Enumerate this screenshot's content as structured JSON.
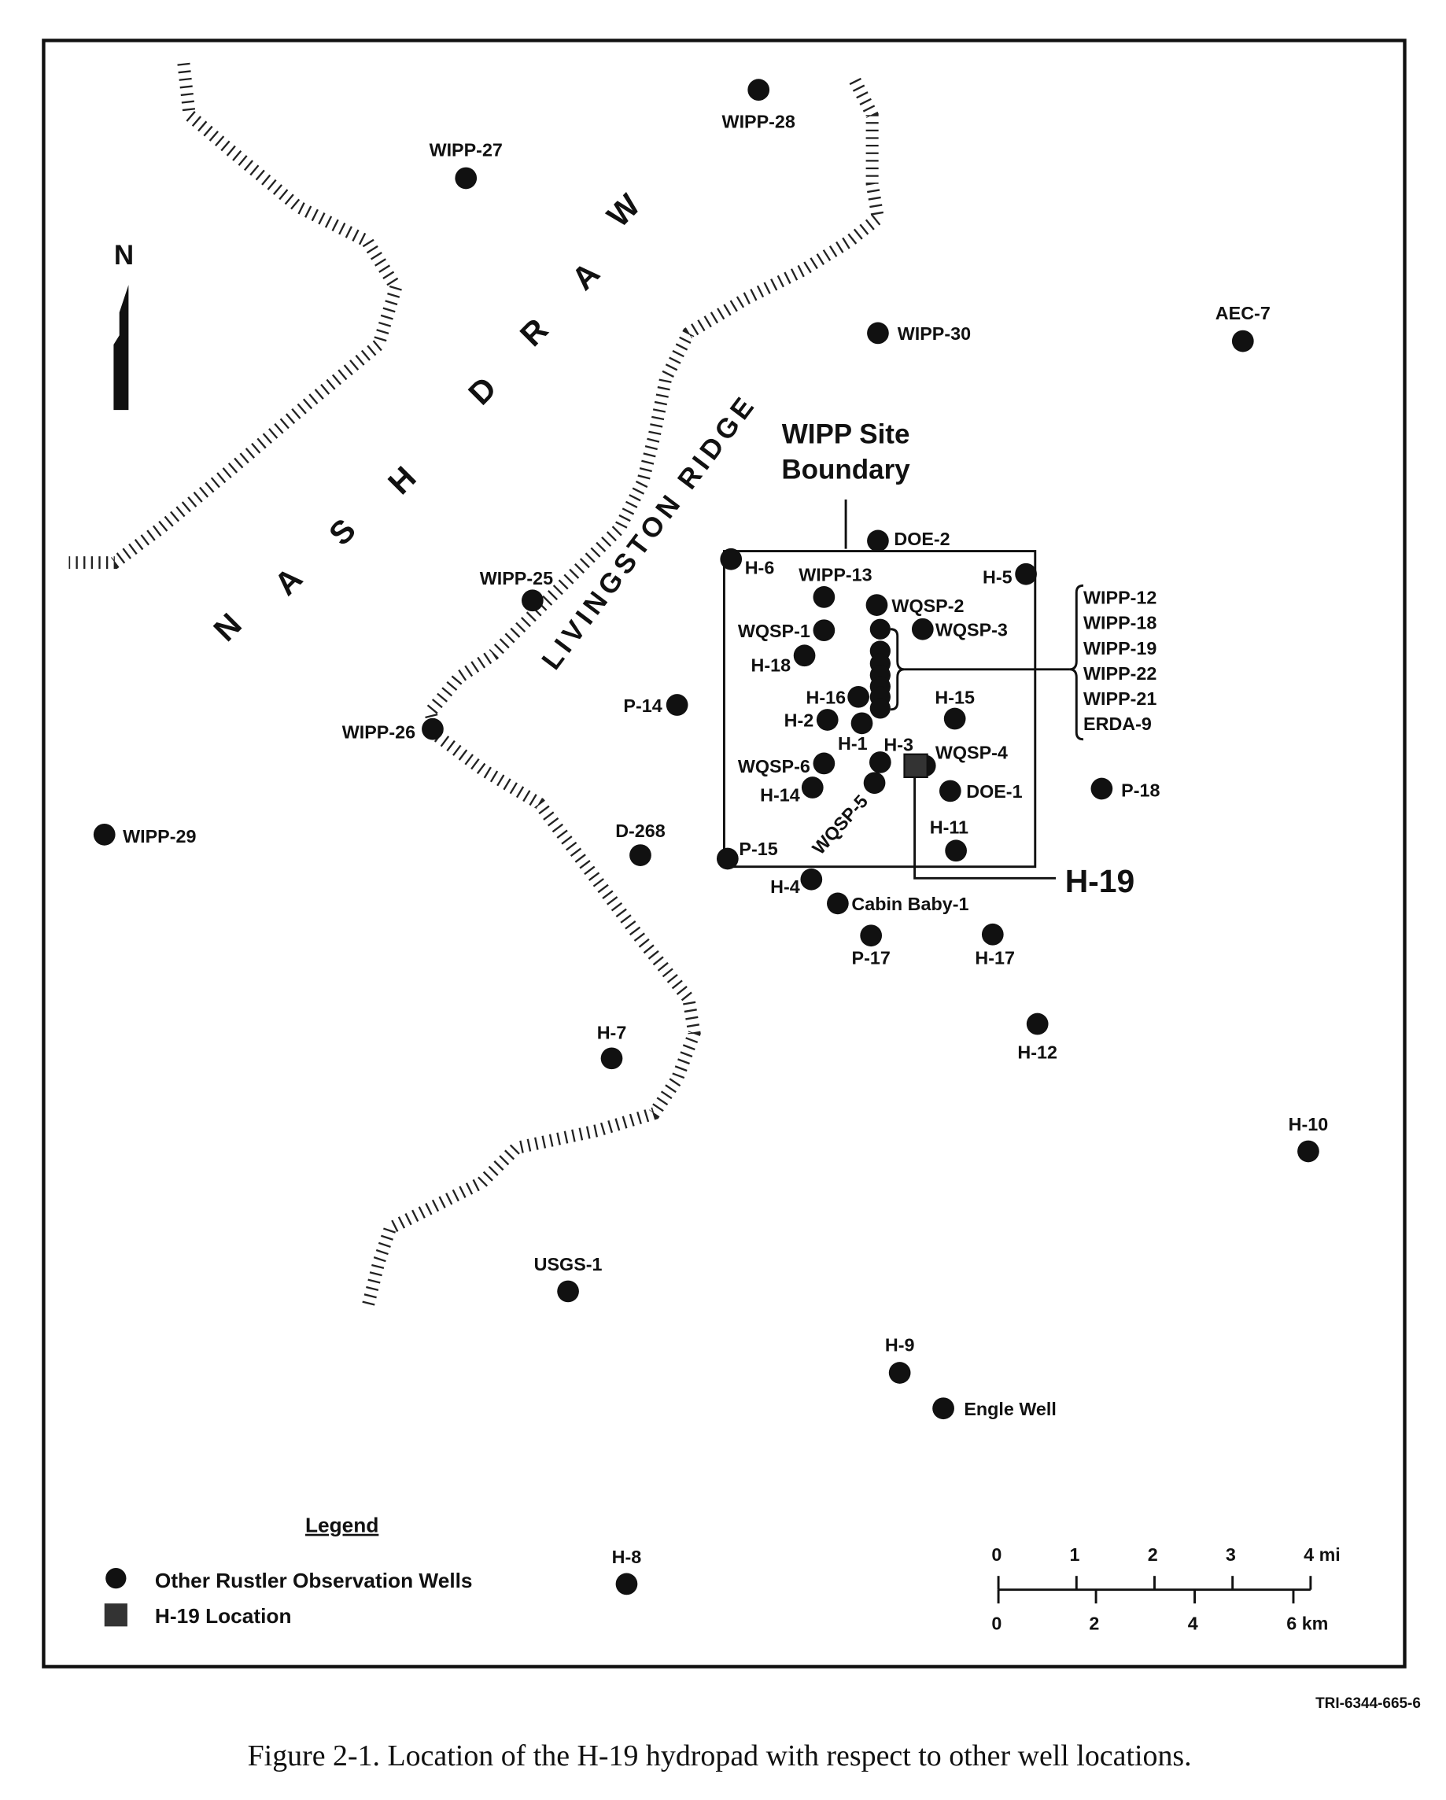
{
  "map": {
    "north_label": "N",
    "region_labels": {
      "nash_draw_letters": [
        "N",
        "A",
        "S",
        "H",
        "D",
        "R",
        "A",
        "W"
      ],
      "livingston_ridge": "LIVINGSTON RIDGE"
    },
    "site_boundary": {
      "title_line1": "WIPP Site",
      "title_line2": "Boundary"
    },
    "h19_callout": "H-19",
    "wells": [
      "WIPP-28",
      "WIPP-27",
      "WIPP-30",
      "AEC-7",
      "DOE-2",
      "H-6",
      "WIPP-13",
      "H-5",
      "WQSP-2",
      "WIPP-25",
      "WQSP-1",
      "WQSP-3",
      "H-18",
      "P-14",
      "H-16",
      "H-2",
      "H-15",
      "WIPP-26",
      "H-1",
      "H-3",
      "WQSP-4",
      "WQSP-6",
      "H-14",
      "WQSP-5",
      "DOE-1",
      "P-18",
      "WIPP-29",
      "D-268",
      "H-11",
      "P-15",
      "H-4",
      "Cabin Baby-1",
      "P-17",
      "H-17",
      "H-12",
      "H-7",
      "H-10",
      "USGS-1",
      "H-9",
      "Engle Well",
      "H-8"
    ],
    "grouped_wells": [
      "WIPP-12",
      "WIPP-18",
      "WIPP-19",
      "WIPP-22",
      "WIPP-21",
      "ERDA-9"
    ],
    "legend": {
      "title": "Legend",
      "items": [
        "Other Rustler Observation Wells",
        "H-19 Location"
      ]
    },
    "scale": {
      "miles": [
        "0",
        "1",
        "2",
        "3",
        "4 mi"
      ],
      "km": [
        "0",
        "2",
        "4",
        "6 km"
      ]
    }
  },
  "figure_id": "TRI-6344-665-6",
  "caption": "Figure 2-1.  Location of the H-19 hydropad with respect to other well locations."
}
